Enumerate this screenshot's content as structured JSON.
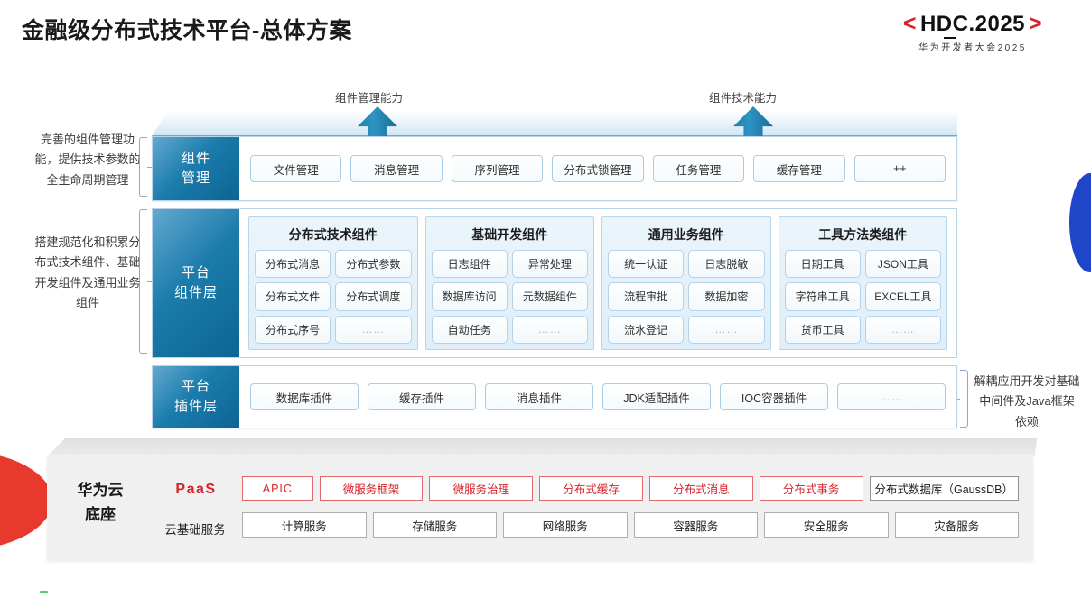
{
  "header": {
    "title": "金融级分布式技术平台-总体方案",
    "logo_bracket_left": "<",
    "logo_bracket_right": ">",
    "logo_main": "HDC.2025",
    "logo_sub": "华为开发者大会2025"
  },
  "arrows": [
    {
      "label": "组件管理能力",
      "icon": "up-arrow-icon"
    },
    {
      "label": "组件技术能力",
      "icon": "up-arrow-icon"
    }
  ],
  "side_notes": {
    "left_top": "完善的组件管理功能，提供技术参数的全生命周期管理",
    "left_bottom": "搭建规范化和积累分布式技术组件、基础开发组件及通用业务组件",
    "right": "解耦应用开发对基础中间件及Java框架依赖"
  },
  "layers": {
    "management": {
      "label": "组件管理",
      "items": [
        "文件管理",
        "消息管理",
        "序列管理",
        "分布式锁管理",
        "任务管理",
        "缓存管理",
        "++"
      ]
    },
    "platform_components": {
      "label": "平台组件层",
      "groups": [
        {
          "title": "分布式技术组件",
          "items": [
            "分布式消息",
            "分布式参数",
            "分布式文件",
            "分布式调度",
            "分布式序号",
            "……"
          ]
        },
        {
          "title": "基础开发组件",
          "items": [
            "日志组件",
            "异常处理",
            "数据库访问",
            "元数据组件",
            "自动任务",
            "……"
          ]
        },
        {
          "title": "通用业务组件",
          "items": [
            "统一认证",
            "日志脱敏",
            "流程审批",
            "数据加密",
            "流水登记",
            "……"
          ]
        },
        {
          "title": "工具方法类组件",
          "items": [
            "日期工具",
            "JSON工具",
            "字符串工具",
            "EXCEL工具",
            "货币工具",
            "……"
          ]
        }
      ]
    },
    "plugin": {
      "label": "平台插件层",
      "items": [
        "数据库插件",
        "缓存插件",
        "消息插件",
        "JDK适配插件",
        "IOC容器插件",
        "……"
      ]
    }
  },
  "base": {
    "title": "华为云底座",
    "paas_label": "PaaS",
    "cloud_label": "云基础服务",
    "paas_items": [
      {
        "text": "APIC",
        "style": "red"
      },
      {
        "text": "微服务框架",
        "style": "red"
      },
      {
        "text": "微服务治理",
        "style": "red"
      },
      {
        "text": "分布式缓存",
        "style": "red"
      },
      {
        "text": "分布式消息",
        "style": "red"
      },
      {
        "text": "分布式事务",
        "style": "red"
      },
      {
        "text": "分布式数据库（GaussDB）",
        "style": "gray"
      }
    ],
    "cloud_items": [
      "计算服务",
      "存储服务",
      "网络服务",
      "容器服务",
      "安全服务",
      "灾备服务"
    ]
  },
  "colors": {
    "brand_red": "#d7242a",
    "layer_blue": "#1b7cac",
    "accent_blue": "#1f45c8",
    "decor_red": "#e8392f",
    "decor_green": "#58c97a"
  }
}
